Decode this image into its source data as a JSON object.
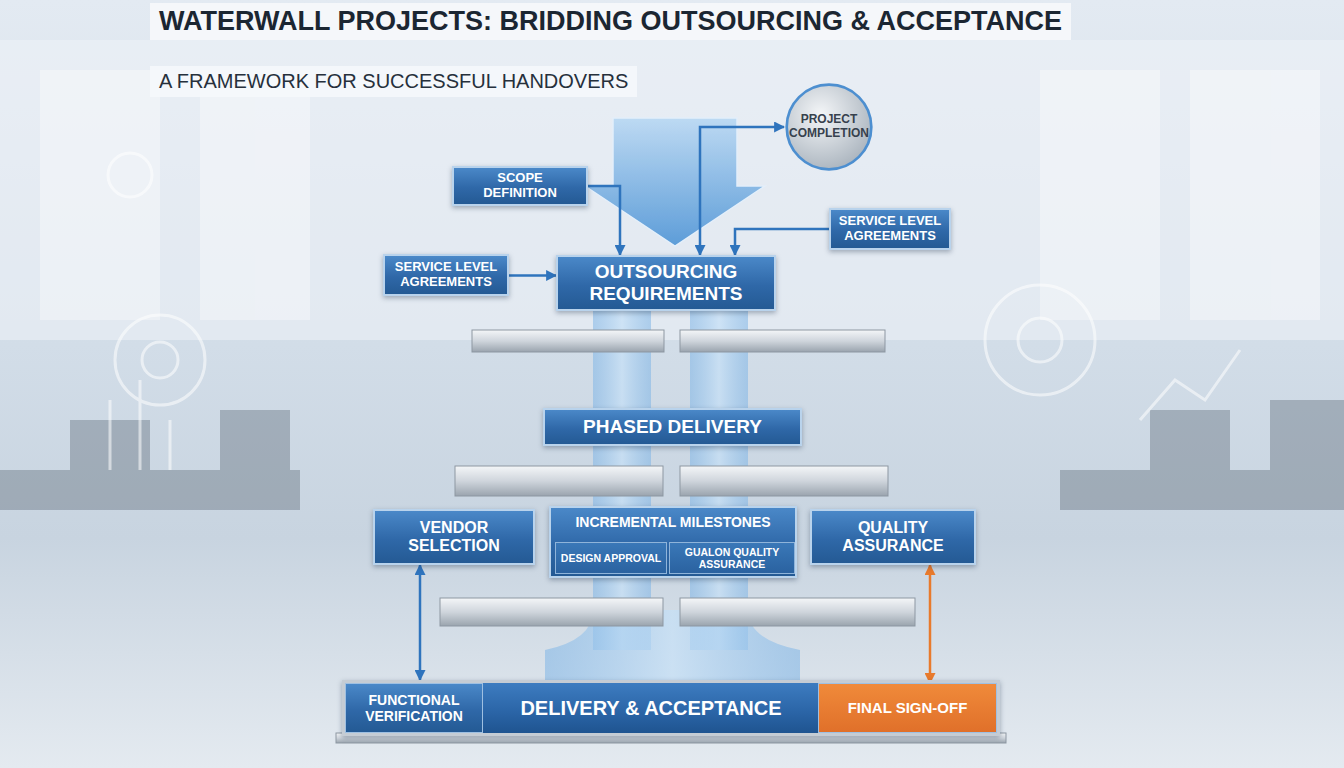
{
  "diagram": {
    "title": "WATERWALL PROJECTS: BRIDDING OUTSOURCING & ACCEPTANCE",
    "caption": "A FRAMEWORK FOR SUCCESSFUL HANDOVERS",
    "nodes": [
      {
        "text": [
          "PROJECT COMPLETION"
        ]
      },
      {
        "text": [
          "SCOPE DEFINITION"
        ]
      },
      {
        "text": [
          "SERVICE LEVEL AGREEMENTS"
        ]
      },
      {
        "text": [
          "SERVICE LEVEL AGREEMENTS"
        ]
      },
      {
        "text": [
          "OUTSOURCING REQUIREMENTS"
        ]
      },
      {
        "text": [
          "PHASED DELIVERY"
        ]
      },
      {
        "text": [
          "VENDOR SELECTION"
        ]
      },
      {
        "text": [
          "INCREMENTAL MILESTONES"
        ]
      },
      {
        "text": [
          "DESIGN APPROVAL"
        ],
        "in": 7
      },
      {
        "text": [
          "GUALON QUALITY ASSURANCE"
        ],
        "in": 7
      },
      {
        "text": [
          "QUALITY ASSURANCE"
        ]
      },
      {
        "text": [
          "DELIVERY & ACCEPTANCE"
        ]
      },
      {
        "text": [
          "FUNCTIONAL VERIFICATION"
        ],
        "in": 11
      },
      {
        "text": [
          "FINAL SIGN-OFF"
        ],
        "in": 11
      }
    ],
    "edges": [
      {
        "from": 1,
        "to": 4,
        "arrow": "to"
      },
      {
        "from": 3,
        "to": 4,
        "arrow": "to"
      },
      {
        "from": 2,
        "to": 4,
        "arrow": "to"
      },
      {
        "from": 4,
        "to": 0,
        "arrow": "both"
      },
      {
        "from": 6,
        "to": 11,
        "arrow": "both"
      },
      {
        "from": 10,
        "to": 13,
        "arrow": "both"
      }
    ]
  }
}
